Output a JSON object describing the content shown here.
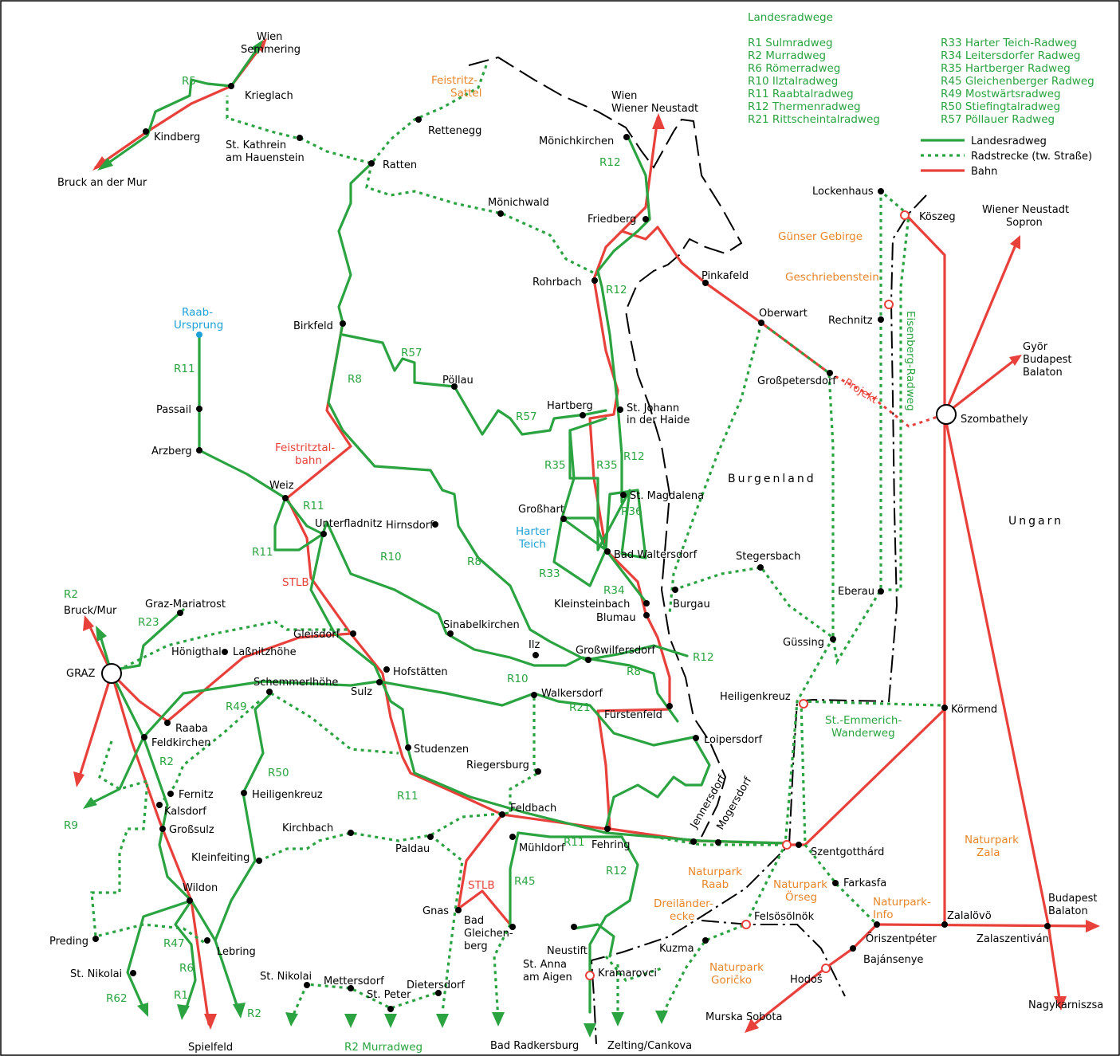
{
  "legend": {
    "title": "Landesradwege",
    "routes_col1": [
      "R1 Sulmradweg",
      "R2 Murradweg",
      "R6 Römerradweg",
      "R10 Ilztalradweg",
      "R11 Raabtalradweg",
      "R12 Thermenradweg",
      "R21 Rittscheintalradweg"
    ],
    "routes_col2": [
      "R33 Harter Teich-Radweg",
      "R34 Leitersdorfer Radweg",
      "R35 Hartberger Radweg",
      "R45 Gleichenberger Radweg",
      "R49 Mostwärtsradweg",
      "R50 Stiefingtalradweg",
      "R57 Pöllauer Radweg"
    ],
    "line_types": {
      "landesradweg": "Landesradweg",
      "radstrecke": "Radstrecke (tw. Straße)",
      "bahn": "Bahn"
    }
  },
  "colors": {
    "cycle_route": "#2aa340",
    "railway": "#e8403a",
    "region": "#e8862a",
    "water": "#1ea1d8",
    "border": "#000000"
  },
  "towns": {
    "kindberg": "Kindberg",
    "krieglach": "Krieglach",
    "kathrein1": "St. Kathrein",
    "kathrein2": "am Hauenstein",
    "ratten": "Ratten",
    "rettenegg": "Rettenegg",
    "moenichkirchen": "Mönichkirchen",
    "moenichwald": "Mönichwald",
    "friedberg": "Friedberg",
    "rohrbach": "Rohrbach",
    "pinkafeld": "Pinkafeld",
    "oberwart": "Oberwart",
    "birkfeld": "Birkfeld",
    "poellau": "Pöllau",
    "hartberg": "Hartberg",
    "johann1": "St. Johann",
    "johann2": "in der Haide",
    "passail": "Passail",
    "arzberg": "Arzberg",
    "weiz": "Weiz",
    "unterfladnitz": "Unterfladnitz",
    "hirnsdorf": "Hirnsdorf",
    "grosshart": "Großhart",
    "magdalena": "St. Magdalena",
    "badwaltersdorf": "Bad Waltersdorf",
    "kleinsteinbach": "Kleinsteinbach",
    "blumau": "Blumau",
    "burgau": "Burgau",
    "stegersbach": "Stegersbach",
    "grosspetersdorf": "Großpetersdorf",
    "lockenhaus": "Lockenhaus",
    "koeszeg": "Köszeg",
    "rechnitz": "Rechnitz",
    "szombathely": "Szombathely",
    "eberau": "Eberau",
    "guessing": "Güssing",
    "graz": "GRAZ",
    "mariatrost": "Graz-Mariatrost",
    "hoenigthal": "Hönigthal",
    "lassnitzhoehe": "Laßnitzhöhe",
    "gleisdorf": "Gleisdorf",
    "sinabelkirchen": "Sinabelkirchen",
    "ilz": "Ilz",
    "grosswilfersdorf": "Großwilfersdorf",
    "hofstaetten": "Hofstätten",
    "sulz": "Sulz",
    "schemmerlhoehe": "Schemmerlhöhe",
    "walkersdorf": "Walkersdorf",
    "fuerstenfeld": "Fürstenfeld",
    "loipersdorf": "Loipersdorf",
    "heiligenkreuz_bgld": "Heiligenkreuz",
    "koermend": "Körmend",
    "raaba": "Raaba",
    "feldkirchen": "Feldkirchen",
    "studenzen": "Studenzen",
    "riegersburg": "Riegersburg",
    "fernitz": "Fernitz",
    "kalsdorf": "Kalsdorf",
    "grosssulz": "Großsulz",
    "heiligenkreuz_stmk": "Heiligenkreuz",
    "feldbach": "Feldbach",
    "kirchbach": "Kirchbach",
    "paldau": "Paldau",
    "muehldorf": "Mühldorf",
    "fehring": "Fehring",
    "jennersdorf": "Jennersdorf",
    "mogersdorf": "Mogersdorf",
    "szentgotthard": "Szentgotthárd",
    "kleinfeiting": "Kleinfeiting",
    "wildon": "Wildon",
    "farkasfa": "Farkasfa",
    "gnas": "Gnas",
    "gleichenberg1": "Bad",
    "gleichenberg2": "Gleichen-",
    "gleichenberg3": "berg",
    "felsoesoelnoek": "Felsösölnök",
    "zalaloevoe": "Zalalövö",
    "preding": "Preding",
    "lebring": "Lebring",
    "neustift": "Neustift",
    "kuzma": "Kuzma",
    "oeriszentpeter": "Öriszentpéter",
    "zalaszentivan": "Zalaszentiván",
    "nikolai_w": "St. Nikolai",
    "nikolai_e": "St. Nikolai",
    "mettersdorf": "Mettersdorf",
    "stpeter": "St. Peter",
    "dietersdorf": "Dietersdorf",
    "anna1": "St. Anna",
    "anna2": "am Aigen",
    "kramarovci": "Kramarovci",
    "hodos": "Hodoš",
    "bajansenye": "Bajánsenye"
  },
  "destinations": {
    "wien_semmering1": "Wien",
    "wien_semmering2": "Semmering",
    "bruck_mur": "Bruck an der Mur",
    "wien_wn1": "Wien",
    "wien_wn2": "Wiener Neustadt",
    "wn_sopron1": "Wiener Neustadt",
    "wn_sopron2": "Sopron",
    "gyoer1": "Györ",
    "gyoer2": "Budapest",
    "gyoer3": "Balaton",
    "r2_bruck1": "R2",
    "r2_bruck2": "Bruck/Mur",
    "budapest1": "Budapest",
    "budapest2": "Balaton",
    "nagykanizsa": "Nagykarniszsa",
    "spielfeld": "Spielfeld",
    "murradweg": "R2 Murradweg",
    "radkersburg": "Bad Radkersburg",
    "zelting": "Zelting/Cankova",
    "murska": "Murska Sobota"
  },
  "regions": {
    "feistritzsattel1": "Feistritz-",
    "feistritzsattel2": "Sattel",
    "guenser": "Günser Gebirge",
    "geschriebenstein": "Geschriebenstein",
    "np_raab1": "Naturpark",
    "np_raab2": "Raab",
    "np_oerseg1": "Naturpark",
    "np_oerseg2": "Örseg",
    "dreilaender1": "Dreiländer-",
    "dreilaender2": "ecke",
    "np_info1": "Naturpark-",
    "np_info2": "Info",
    "np_goricko1": "Naturpark",
    "np_goricko2": "Goričko",
    "np_zala1": "Naturpark",
    "np_zala2": "Zala"
  },
  "water": {
    "raab1": "Raab-",
    "raab2": "Ursprung",
    "harter1": "Harter",
    "harter2": "Teich"
  },
  "countries": {
    "burgenland": "Burgenland",
    "ungarn": "Ungarn"
  },
  "route_labels": {
    "r5": "R5",
    "r12_a": "R12",
    "r12_b": "R12",
    "r12_c": "R12",
    "r12_d": "R12",
    "r12_e": "R12",
    "r57_a": "R57",
    "r57_b": "R57",
    "r8_a": "R8",
    "r8_b": "R8",
    "r8_c": "R8",
    "r11_a": "R11",
    "r11_b": "R11",
    "r11_c": "R11",
    "r11_d": "R11",
    "r11_e": "R11",
    "r35_a": "R35",
    "r35_b": "R35",
    "r36": "R36",
    "r33": "R33",
    "r34": "R34",
    "r10_a": "R10",
    "r10_b": "R10",
    "r21": "R21",
    "r23": "R23",
    "r49": "R49",
    "r50": "R50",
    "r2_a": "R2",
    "r2_b": "R2",
    "r9": "R9",
    "r45": "R45",
    "r47": "R47",
    "r6": "R6",
    "r1": "R1",
    "r62": "R62",
    "emmerich1": "St.-Emmerich-",
    "emmerich2": "Wanderweg",
    "eisenberg": "Eisenberg-Radweg"
  },
  "rail_labels": {
    "feistritztal1": "Feistritztal-",
    "feistritztal2": "bahn",
    "stlb_a": "STLB",
    "stlb_b": "STLB",
    "projekt": "Projekt"
  }
}
